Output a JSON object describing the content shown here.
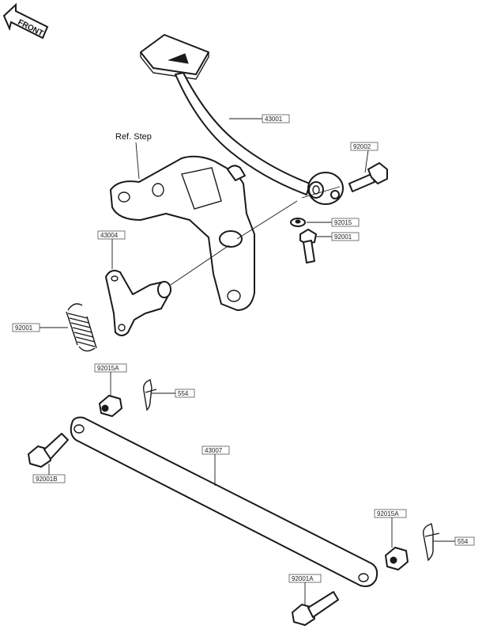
{
  "orientation": {
    "front_label": "FRONT",
    "icon": "front-arrow-icon"
  },
  "reference": {
    "ref_step_label": "Ref. Step"
  },
  "callouts": {
    "brake_pedal": "43001",
    "bolt_top": "92002",
    "washer_pedal": "92015",
    "bolt_pedal": "92001",
    "lever": "43004",
    "spring": "92001",
    "washer_a_upper": "92015A",
    "cotter_pin_upper": "554",
    "rod": "43007",
    "bolt_b": "92001B",
    "washer_a_lower": "92015A",
    "cotter_pin_lower": "554",
    "bolt_a": "92001A"
  },
  "colors": {
    "line": "#1a1a1a",
    "background": "#ffffff",
    "callout_border": "#555555"
  }
}
